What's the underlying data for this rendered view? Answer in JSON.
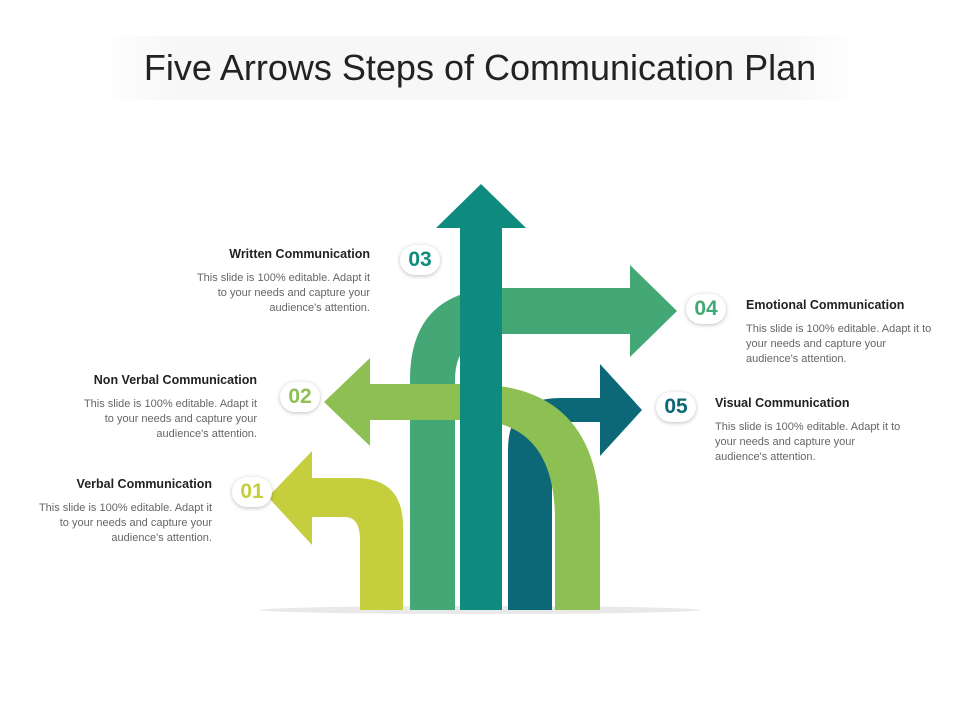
{
  "title": "Five Arrows Steps of Communication Plan",
  "colors": {
    "step1": "#c5cf3d",
    "step2": "#8dbf52",
    "step3": "#0e8a7e",
    "step4": "#43a875",
    "step5": "#0c6777"
  },
  "steps": [
    {
      "number": "01",
      "heading": "Verbal Communication",
      "text": "This slide is 100% editable. Adapt it to your needs and capture your audience's attention."
    },
    {
      "number": "02",
      "heading": "Non Verbal Communication",
      "text": "This slide is 100% editable. Adapt it to your needs and capture your audience's attention."
    },
    {
      "number": "03",
      "heading": "Written Communication",
      "text": "This slide is 100% editable. Adapt it to your needs and capture your audience's attention."
    },
    {
      "number": "04",
      "heading": "Emotional Communication",
      "text": "This slide is 100% editable. Adapt it to your needs and capture your audience's attention."
    },
    {
      "number": "05",
      "heading": "Visual Communication",
      "text": "This slide is 100% editable. Adapt it to your needs and capture your audience's attention."
    }
  ]
}
